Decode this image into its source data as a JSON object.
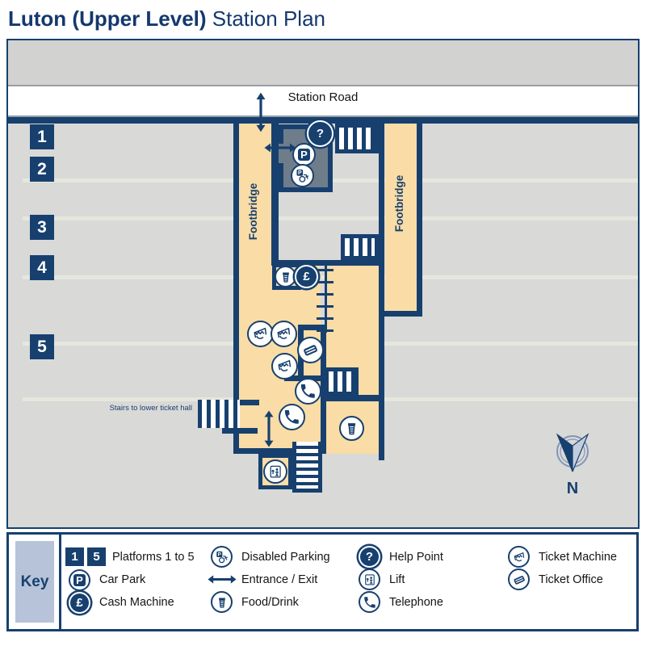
{
  "title": {
    "bold": "Luton (Upper Level)",
    "rest": " Station Plan"
  },
  "map": {
    "road_label": "Station Road",
    "platforms": [
      "1",
      "2",
      "3",
      "4",
      "5"
    ],
    "footbridge_left_label": "Footbridge",
    "footbridge_right_label": "Footbridge",
    "stairs_note": "Stairs to lower ticket hall",
    "compass_label": "N"
  },
  "icons": {
    "help_glyph": "?",
    "car_park_glyph": "P",
    "cash_glyph": "£"
  },
  "key": {
    "label": "Key",
    "badge_1": "1",
    "badge_5": "5",
    "platforms": "Platforms 1 to 5",
    "car_park": "Car Park",
    "cash_machine": "Cash Machine",
    "disabled_parking": "Disabled Parking",
    "entrance_exit": "Entrance / Exit",
    "food_drink": "Food/Drink",
    "help_point": "Help Point",
    "lift": "Lift",
    "telephone": "Telephone",
    "ticket_machine": "Ticket Machine",
    "ticket_office": "Ticket Office"
  },
  "colors": {
    "navy": "#17406F",
    "orange": "#F9DCA6",
    "background_gray": "#D9D9D7",
    "track_stripe": "#E4E7DD",
    "car_park_gray": "#6F7D8B",
    "key_label_blue": "#B7C3D9"
  }
}
